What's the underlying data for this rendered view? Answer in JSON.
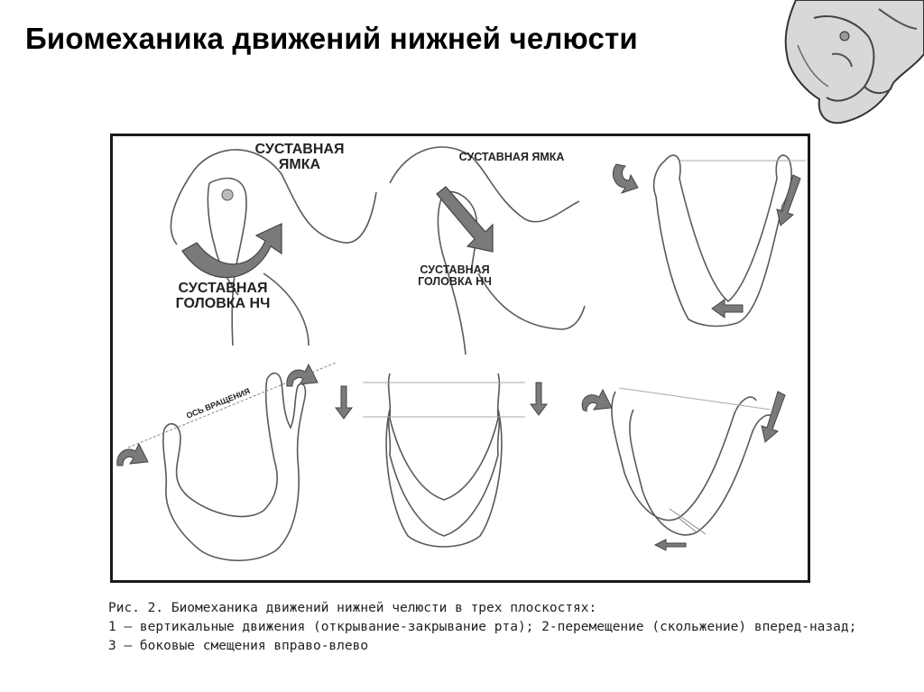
{
  "slide": {
    "title": "Биомеханика движений нижней челюсти"
  },
  "figure": {
    "labels": {
      "fossa_1": "СУСТАВНАЯ ЯМКА",
      "head_1": "СУСТАВНАЯ ГОЛОВКА НЧ",
      "fossa_2": "СУСТАВНАЯ ЯМКА",
      "head_2": "СУСТАВНАЯ ГОЛОВКА НЧ",
      "axis": "ОСЬ ВРАЩЕНИЯ"
    },
    "caption": {
      "line1": "Рис. 2. Биомеханика движений нижней челюсти в трех плоскостях:",
      "line2": "1 – вертикальные движения (открывание-закрывание рта); 2-перемещение (скольжение) вперед-назад;",
      "line3": "3 – боковые смещения вправо-влево"
    }
  },
  "colors": {
    "arrow_gray": "#7a7a7a",
    "line_gray": "#5a5a5a",
    "frame": "#1a1a1a"
  }
}
